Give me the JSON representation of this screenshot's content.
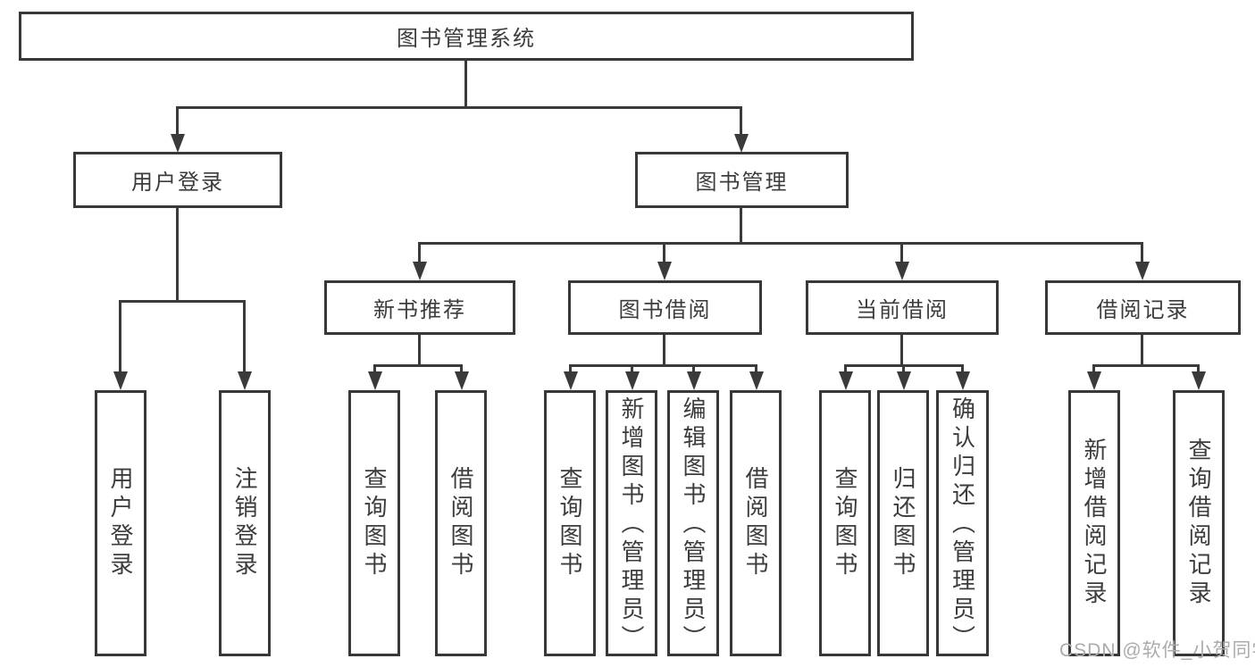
{
  "colors": {
    "line": "#3a3a3a",
    "text": "#3c3c3c",
    "background": "#ffffff",
    "watermark": "#ababab"
  },
  "tree": {
    "label": "图书管理系统",
    "children": [
      {
        "label": "用户登录",
        "children": [
          {
            "label": "用户登录"
          },
          {
            "label": "注销登录"
          }
        ]
      },
      {
        "label": "图书管理",
        "children": [
          {
            "label": "新书推荐",
            "children": [
              {
                "label": "查询图书"
              },
              {
                "label": "借阅图书"
              }
            ]
          },
          {
            "label": "图书借阅",
            "children": [
              {
                "label": "查询图书"
              },
              {
                "label": "新增图书（管理员）"
              },
              {
                "label": "编辑图书（管理员）"
              },
              {
                "label": "借阅图书"
              }
            ]
          },
          {
            "label": "当前借阅",
            "children": [
              {
                "label": "查询图书"
              },
              {
                "label": "归还图书"
              },
              {
                "label": "确认归还（管理员）"
              }
            ]
          },
          {
            "label": "借阅记录",
            "children": [
              {
                "label": "新增借阅记录"
              },
              {
                "label": "查询借阅记录"
              }
            ]
          }
        ]
      }
    ]
  },
  "watermark": {
    "text": "CSDN @软件_小贺同学"
  }
}
